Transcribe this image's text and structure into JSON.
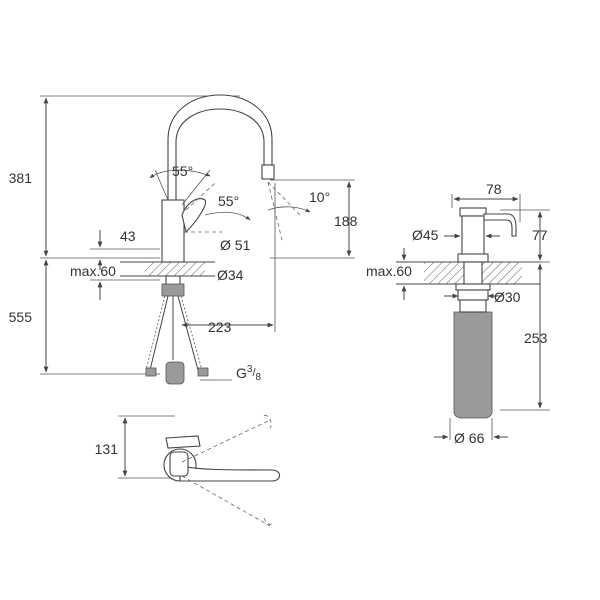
{
  "faucet": {
    "dims": {
      "total_height": "381",
      "below_counter": "555",
      "spout_angle": "55°",
      "lever_angle": "55°",
      "spray_angle": "10°",
      "spout_height": "188",
      "lever_height": "43",
      "base_diameter": "Ø 51",
      "counter_thickness": "max.60",
      "hole_diameter": "Ø34",
      "reach": "223",
      "connection": "G",
      "connection_fraction_num": "3",
      "connection_fraction_den": "8",
      "plan_depth": "131"
    }
  },
  "dispenser": {
    "dims": {
      "nozzle_reach": "78",
      "head_diameter": "Ø45",
      "head_height": "77",
      "counter_thickness": "max.60",
      "hole_diameter": "Ø30",
      "bottle_depth": "253",
      "bottle_diameter": "Ø 66"
    }
  }
}
